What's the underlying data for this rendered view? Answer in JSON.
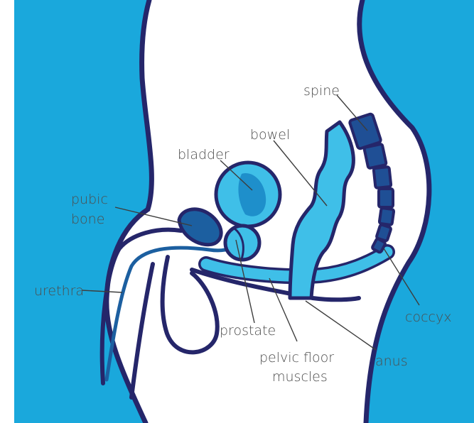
{
  "labels": {
    "spine": "spine",
    "bowel": "bowel",
    "bladder": "bladder",
    "pubic_bone_line1": "pubic",
    "pubic_bone_line2": "bone",
    "urethra": "urethra",
    "prostate": "prostate",
    "pelvic_floor_line1": "pelvic floor",
    "pelvic_floor_line2": "muscles",
    "anus": "anus",
    "coccyx": "coccyx"
  },
  "colors": {
    "background_blue": "#1aa8dc",
    "outline_navy": "#25266a",
    "organ_light": "#3fbfe8",
    "organ_mid": "#1e8fcb",
    "organ_dark": "#1c5fa0",
    "spine_dark": "#1f4f95"
  }
}
